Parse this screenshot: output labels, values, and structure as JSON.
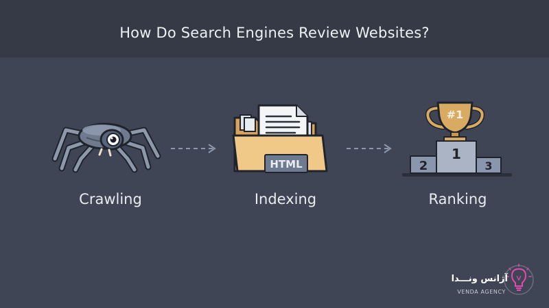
{
  "header": {
    "title": "How Do Search Engines Review Websites?"
  },
  "steps": [
    {
      "label": "Crawling",
      "icon": "spider-icon"
    },
    {
      "label": "Indexing",
      "icon": "folder-html-icon"
    },
    {
      "label": "Ranking",
      "icon": "trophy-podium-icon"
    }
  ],
  "folder": {
    "badge": "HTML"
  },
  "podium": {
    "trophy_label": "#1",
    "first": "1",
    "second": "2",
    "third": "3"
  },
  "logo": {
    "name_fa": "آژانس ونـــدا",
    "name_en": "VENDA AGENCY"
  },
  "colors": {
    "background": "#3f4554",
    "header": "#353a46",
    "accent": "#e24bb0",
    "gold": "#d9ab62",
    "folder": "#f0c888"
  }
}
